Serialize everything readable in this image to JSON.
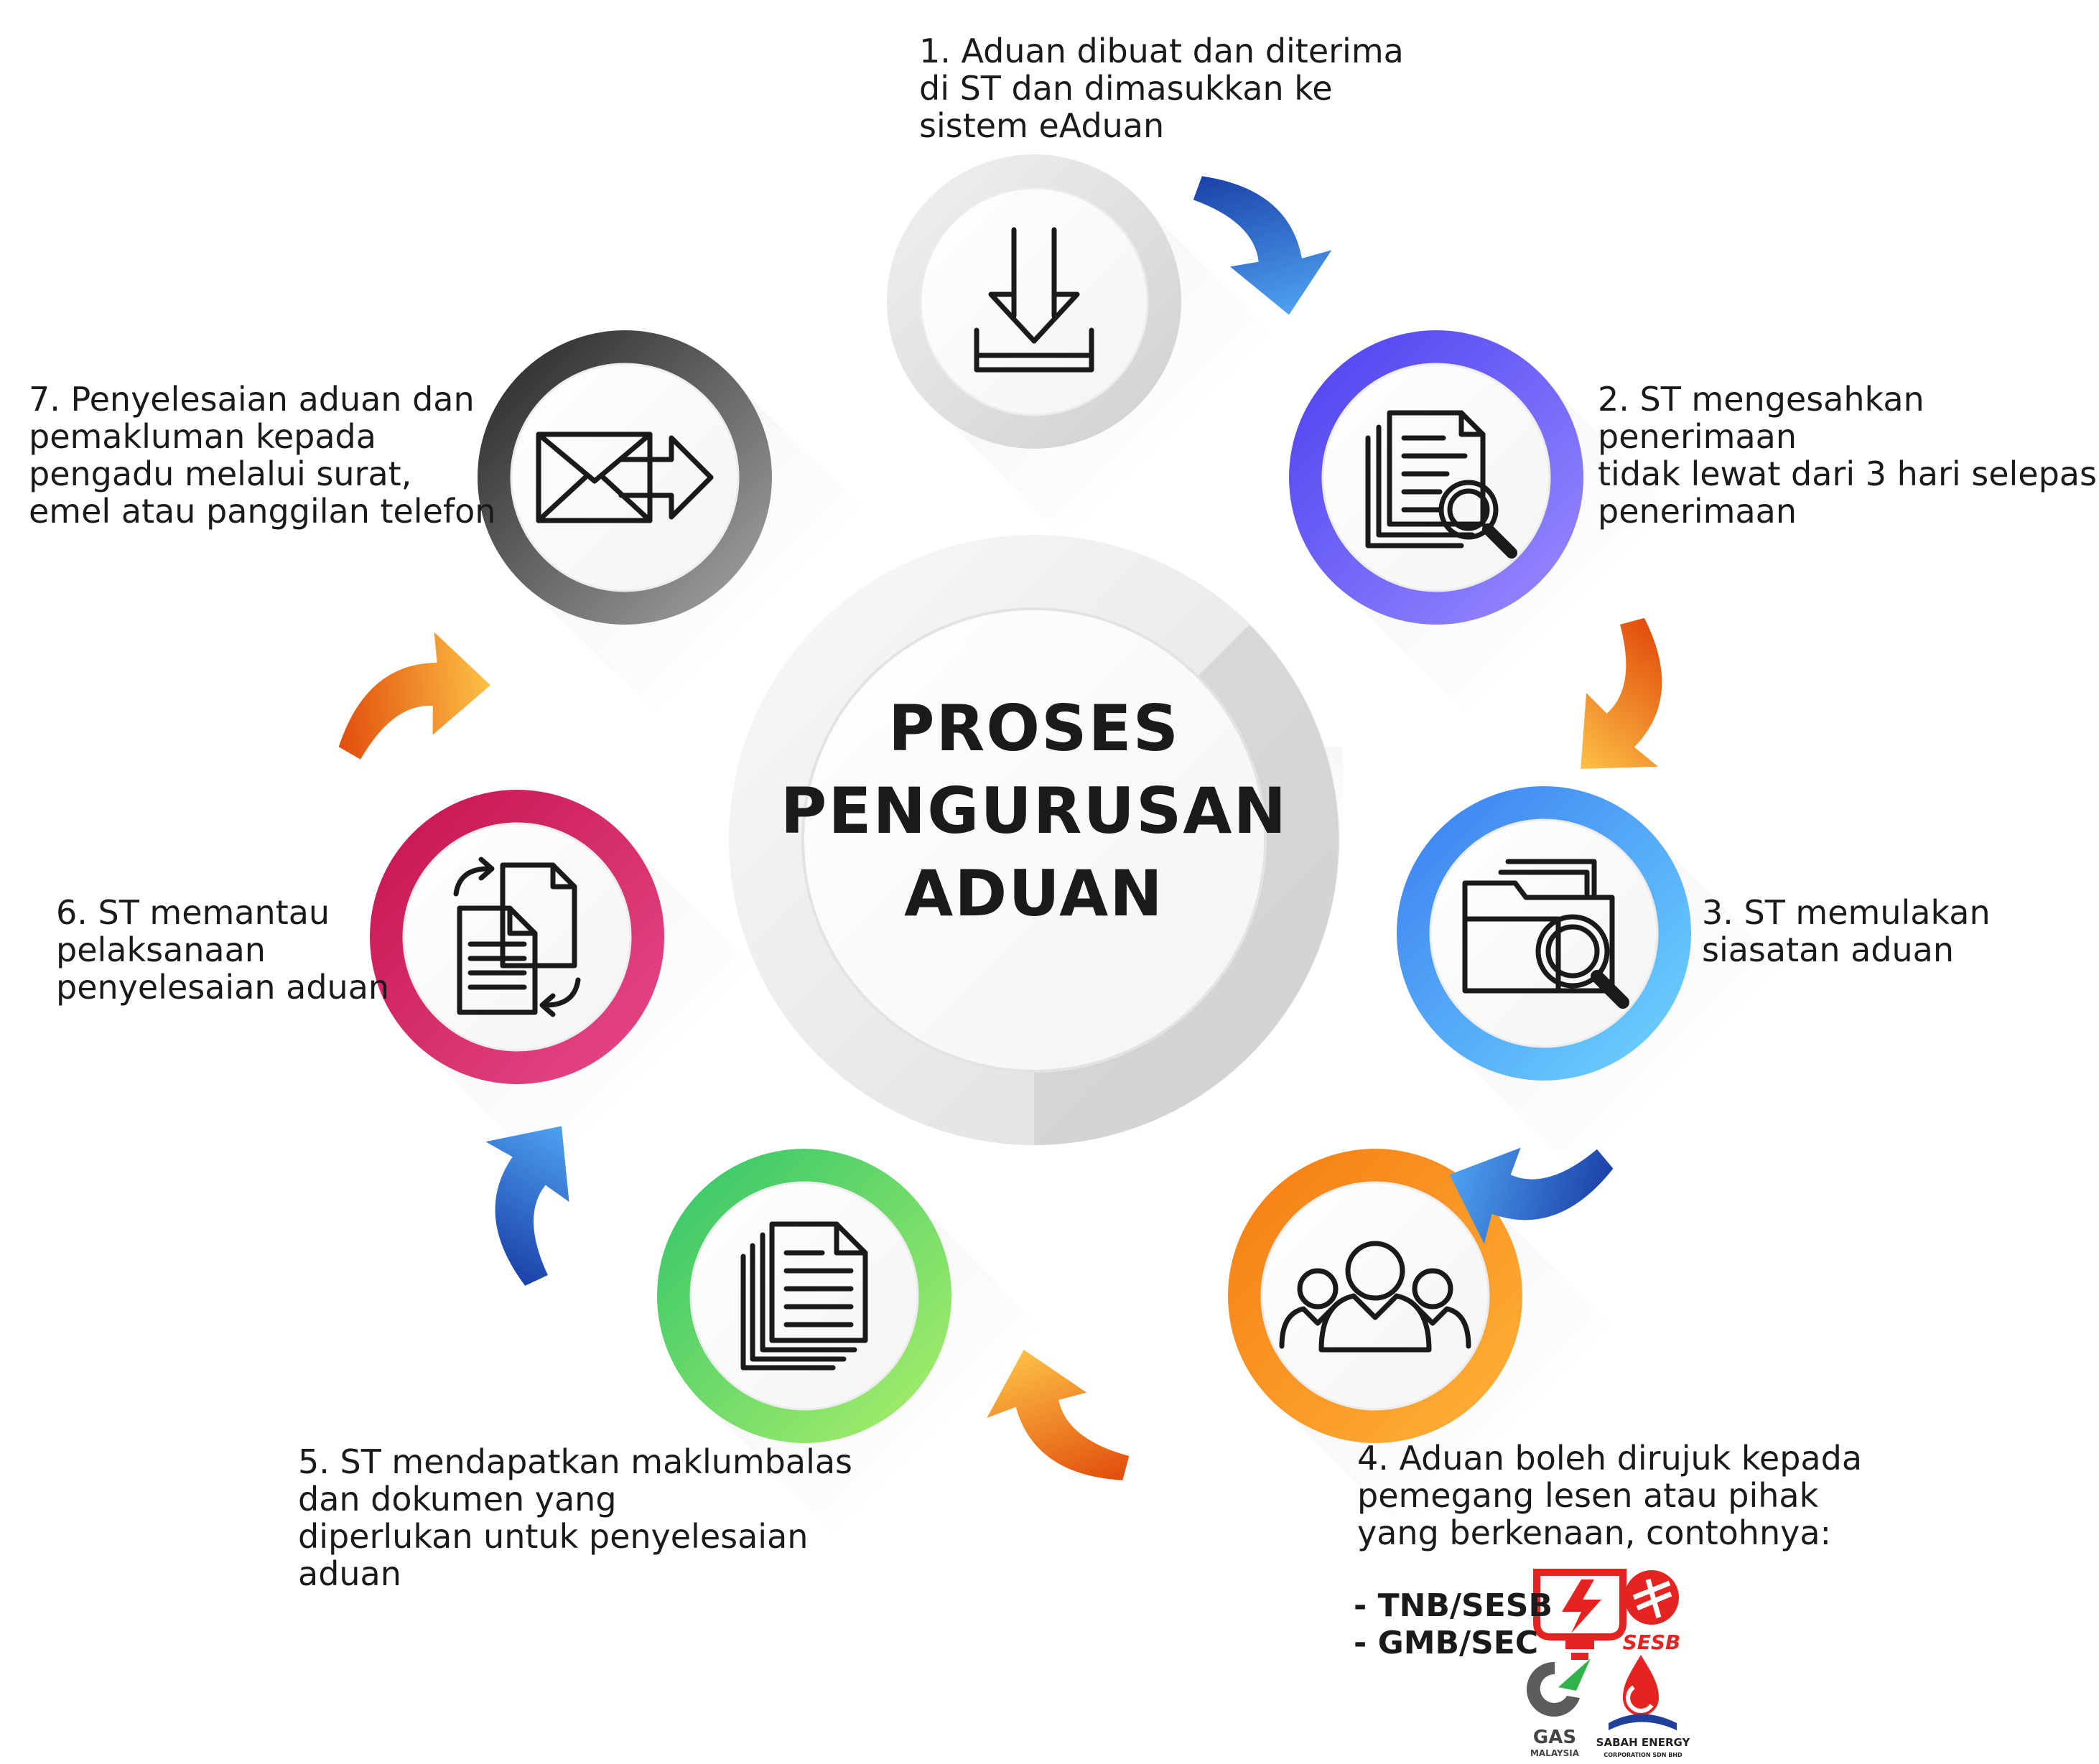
{
  "title": {
    "line1": "PROSES",
    "line2": "PENGURUSAN",
    "line3": "ADUAN"
  },
  "steps": [
    {
      "id": 1,
      "text": "1. Aduan dibuat dan diterima\ndi ST dan dimasukkan ke\nsistem eAduan",
      "icon": "download-tray-icon",
      "colors": [
        "#f2f2f2",
        "#cfcfcf"
      ]
    },
    {
      "id": 2,
      "text": "2. ST mengesahkan penerimaan\ntidak lewat dari 3 hari selepas\npenerimaan",
      "icon": "document-search-icon",
      "colors": [
        "#4b3ff0",
        "#9a8cff"
      ]
    },
    {
      "id": 3,
      "text": "3. ST memulakan\nsiasatan aduan",
      "icon": "folder-search-icon",
      "colors": [
        "#3a7df0",
        "#6fd6ff"
      ]
    },
    {
      "id": 4,
      "text": "4. Aduan boleh dirujuk kepada\npemegang lesen atau pihak\nyang berkenaan, contohnya:",
      "icon": "people-group-icon",
      "colors": [
        "#f57c12",
        "#ffb23a"
      ]
    },
    {
      "id": 5,
      "text": "5. ST mendapatkan maklumbalas\ndan dokumen  yang\ndiperlukan untuk penyelesaian\naduan",
      "icon": "document-stack-icon",
      "colors": [
        "#2fc46a",
        "#aef06a"
      ]
    },
    {
      "id": 6,
      "text": "6. ST memantau\npelaksanaan\npenyelesaian aduan",
      "icon": "document-sync-icon",
      "colors": [
        "#c4124e",
        "#e84a8a"
      ]
    },
    {
      "id": 7,
      "text": "7. Penyelesaian aduan dan\npemakluman kepada\npengadu  melalui surat,\nemel atau panggilan telefon",
      "icon": "envelope-send-icon",
      "colors": [
        "#222222",
        "#a8a8a8"
      ]
    }
  ],
  "examples": {
    "line1": "- TNB/SESB",
    "line2": "- GMB/SEC"
  },
  "logos": {
    "sesb": "SESB",
    "gas_main": "GAS",
    "gas_sub": "MALAYSIA",
    "sabah_main": "SABAH ENERGY",
    "sabah_sub": "CORPORATION SDN BHD"
  },
  "arrow_colors": {
    "blue": [
      "#1a3fa8",
      "#52a8f5"
    ],
    "orange": [
      "#e04a0a",
      "#ffc84a"
    ]
  }
}
